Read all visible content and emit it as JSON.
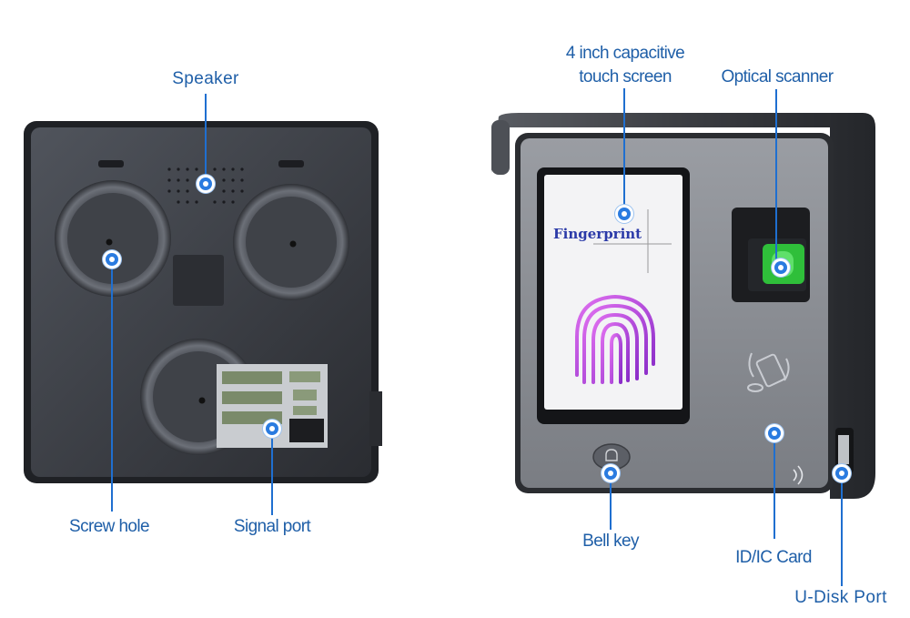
{
  "labels": {
    "speaker": "Speaker",
    "screw_hole": "Screw hole",
    "signal_port": "Signal port",
    "touch_screen_line1": "4 inch capacitive",
    "touch_screen_line2": "touch screen",
    "optical_scanner": "Optical scanner",
    "bell_key": "Bell key",
    "id_ic_card": "ID/IC Card",
    "u_disk_port": "U-Disk Port"
  },
  "screen": {
    "title": "Fingerprint"
  },
  "colors": {
    "label_text": "#1f5fa8",
    "callout_line": "#1f6fd0",
    "device_body": "#3a3d44",
    "front_panel": "#8d9096",
    "scanner_green": "#2fbf3a",
    "fingerprint_purple": "#b23fd8"
  }
}
